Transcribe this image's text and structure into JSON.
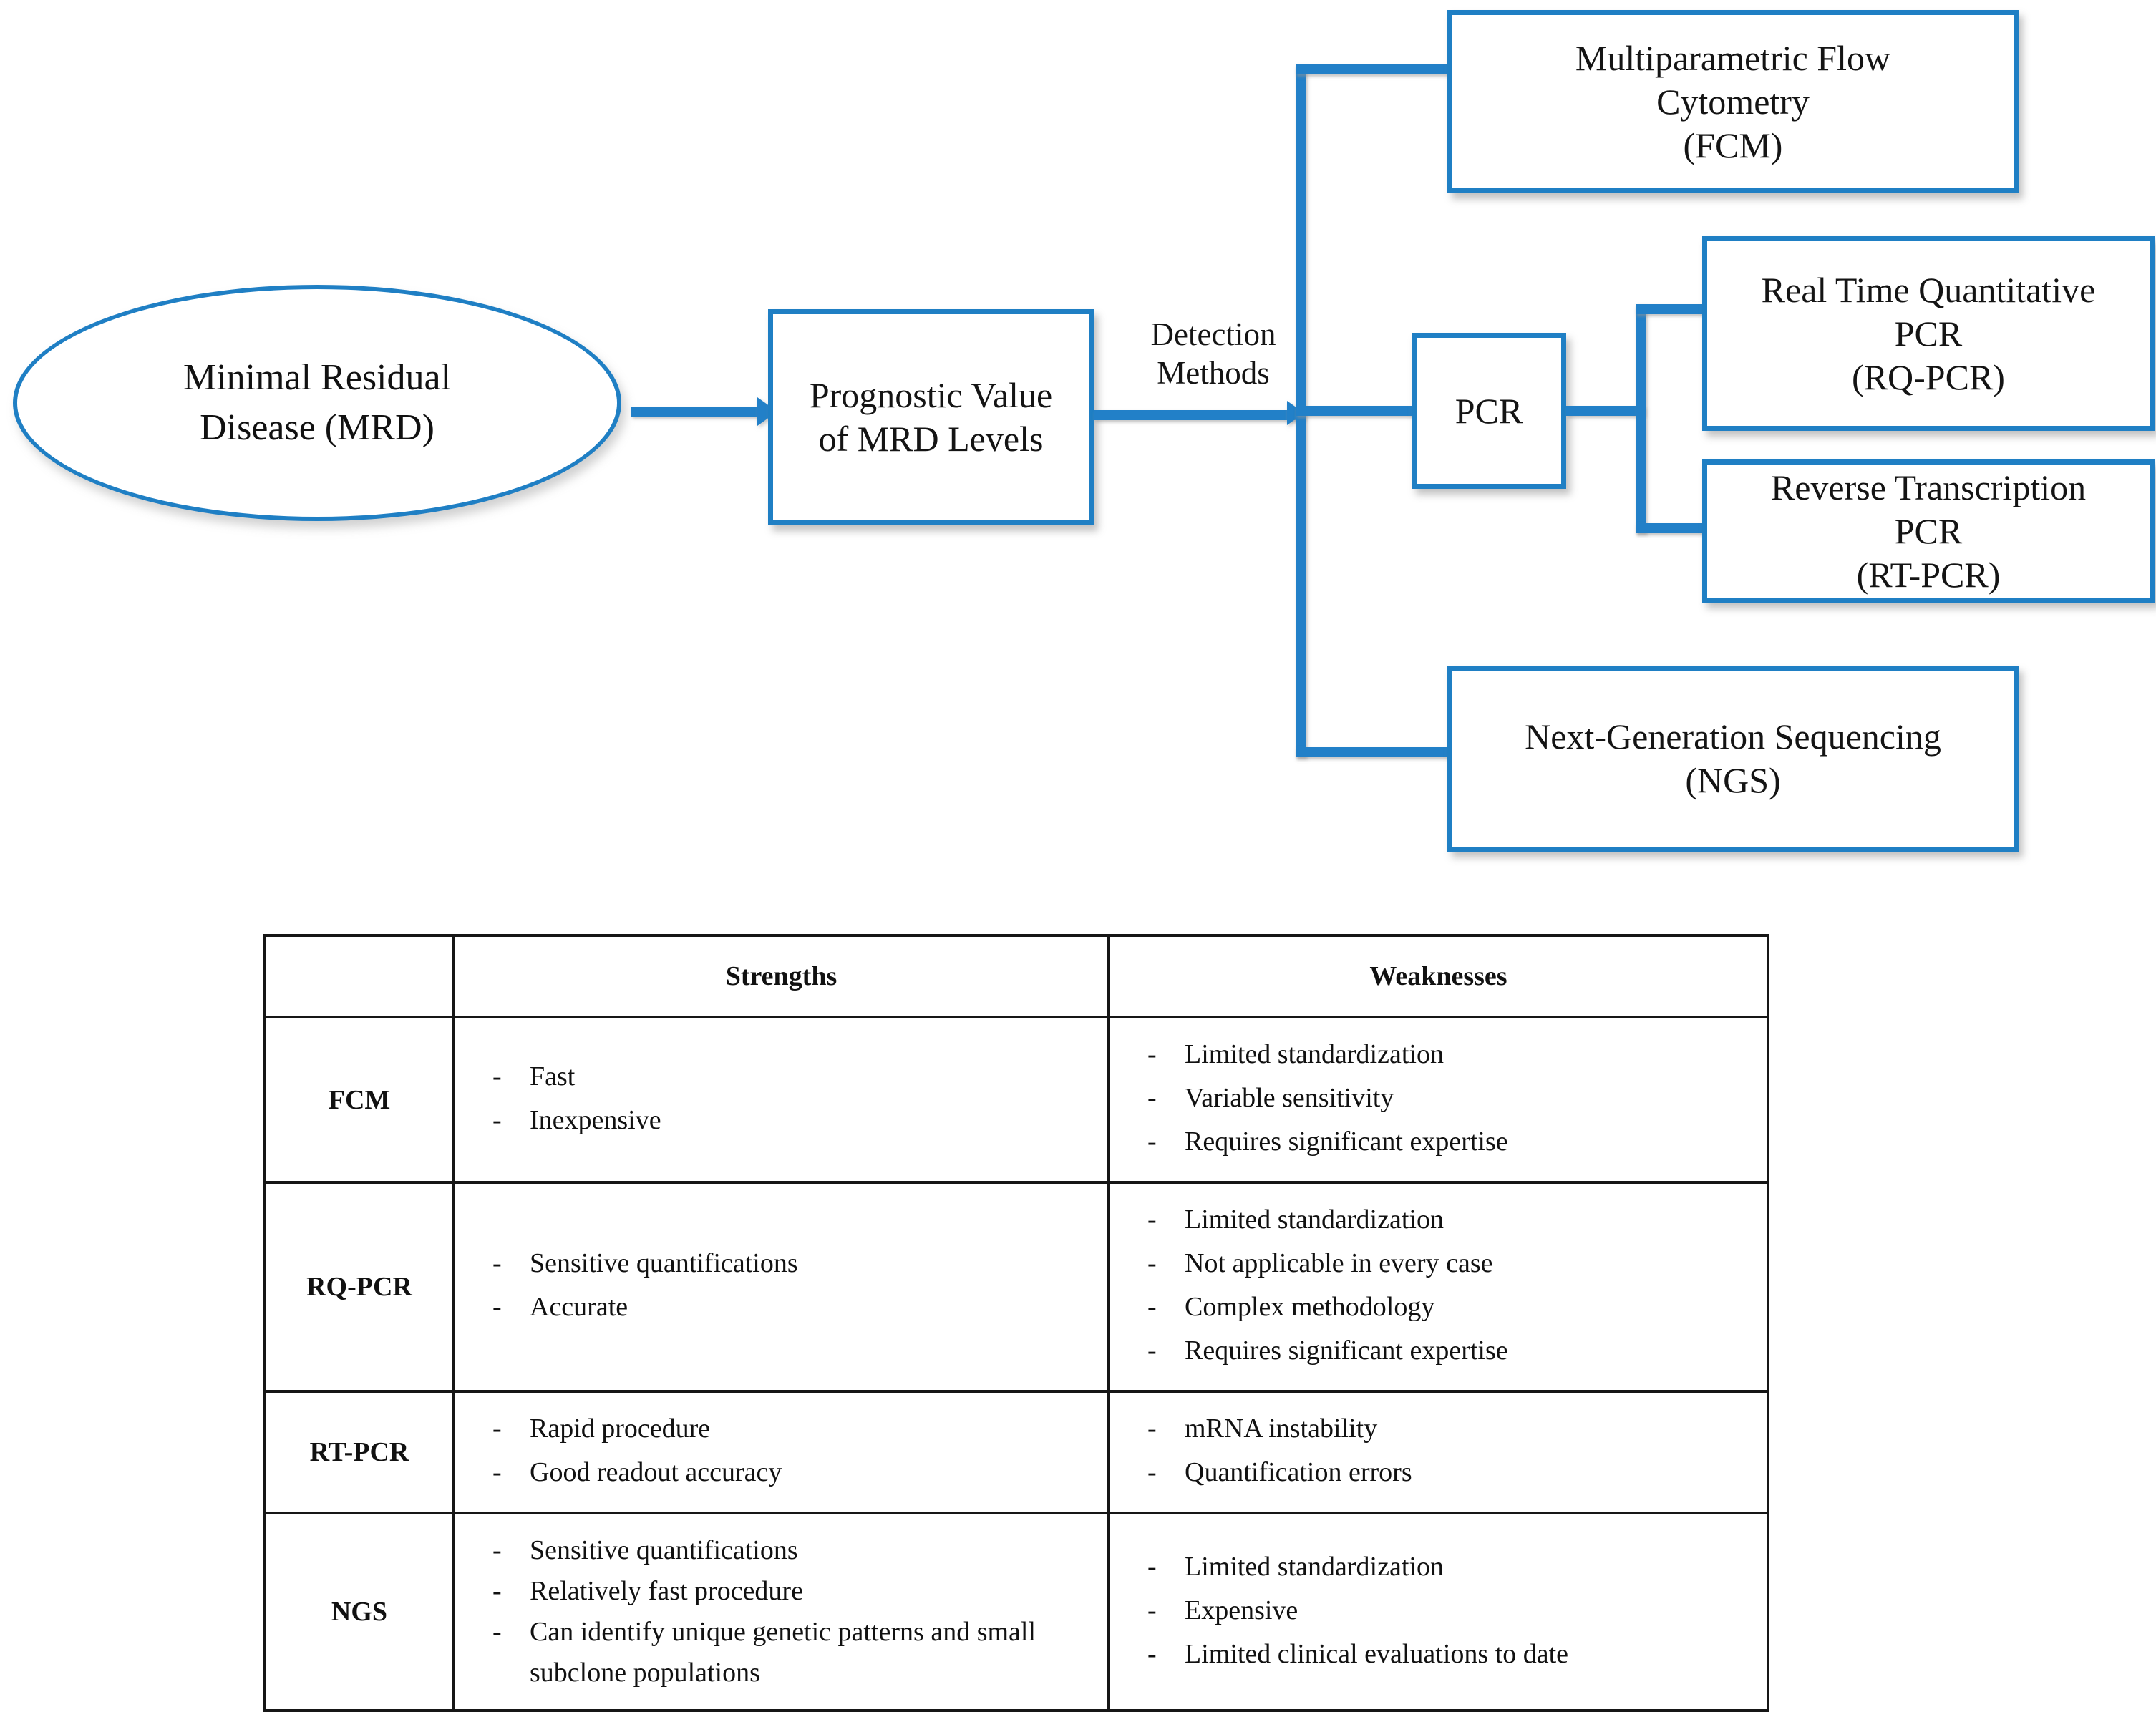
{
  "diagram": {
    "root": {
      "label": "Minimal Residual\nDisease (MRD)"
    },
    "stage": {
      "label": "Prognostic Value\nof MRD Levels"
    },
    "branch_label": "Detection\nMethods",
    "methods": {
      "fcm": {
        "label": "Multiparametric Flow\nCytometry\n(FCM)"
      },
      "pcr": {
        "label": "PCR"
      },
      "rqpcr": {
        "label": "Real Time Quantitative\nPCR\n(RQ-PCR)"
      },
      "rtpcr": {
        "label": "Reverse Transcription\nPCR\n(RT-PCR)"
      },
      "ngs": {
        "label": "Next-Generation Sequencing\n(NGS)"
      }
    },
    "accent_color": "#2280C8",
    "node_border_color": "#1F7FC4"
  },
  "table": {
    "headers": {
      "blank": "",
      "strengths": "Strengths",
      "weaknesses": "Weaknesses"
    },
    "rows": [
      {
        "method": "FCM",
        "strengths": [
          "Fast",
          "Inexpensive"
        ],
        "weaknesses": [
          "Limited standardization",
          "Variable sensitivity",
          "Requires significant expertise"
        ]
      },
      {
        "method": "RQ-PCR",
        "strengths": [
          "Sensitive quantifications",
          "Accurate"
        ],
        "weaknesses": [
          "Limited standardization",
          "Not applicable in every case",
          "Complex methodology",
          "Requires significant expertise"
        ]
      },
      {
        "method": "RT-PCR",
        "strengths": [
          "Rapid procedure",
          "Good readout accuracy"
        ],
        "weaknesses": [
          "mRNA instability",
          "Quantification errors"
        ]
      },
      {
        "method": "NGS",
        "strengths": [
          "Sensitive quantifications",
          "Relatively fast procedure",
          "Can identify unique genetic patterns and small subclone populations"
        ],
        "weaknesses": [
          "Limited standardization",
          "Expensive",
          "Limited clinical evaluations to date"
        ]
      }
    ],
    "border_color": "#161616"
  }
}
